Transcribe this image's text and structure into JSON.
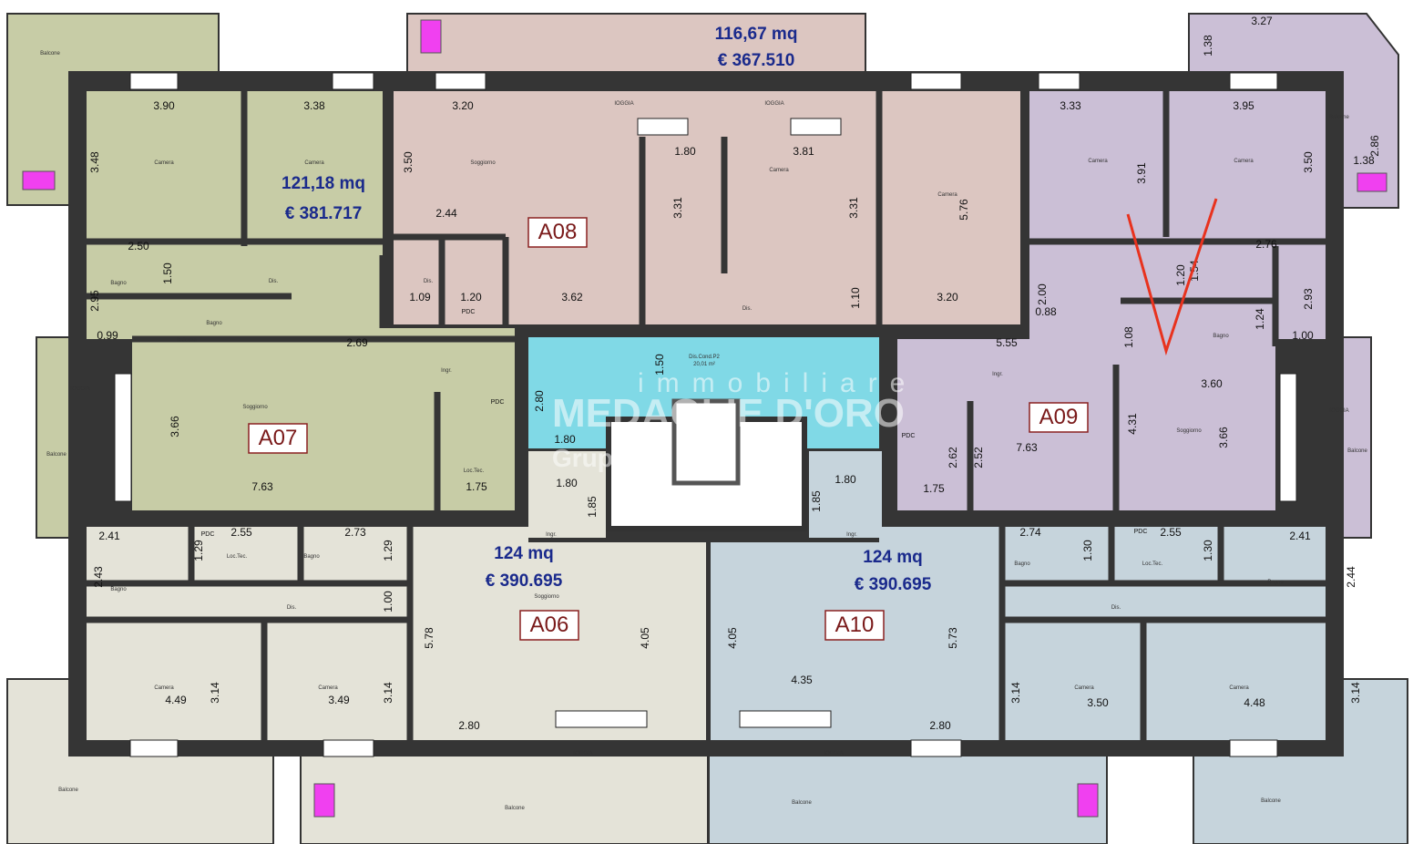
{
  "units": [
    {
      "id": "A07",
      "area": "121,18 mq",
      "price": "€ 381.717",
      "color": "#c7cca6"
    },
    {
      "id": "A08",
      "area": "116,67 mq",
      "price": "€ 367.510",
      "color": "#dcc6c1"
    },
    {
      "id": "A09",
      "area": "",
      "price": "",
      "color": "#cbbfd6"
    },
    {
      "id": "A06",
      "area": "124 mq",
      "price": "€ 390.695",
      "color": "#e4e3d8"
    },
    {
      "id": "A10",
      "area": "124 mq",
      "price": "€ 390.695",
      "color": "#c6d4dc"
    }
  ],
  "colors": {
    "wall": "#353535",
    "stair": "#80d9e6",
    "annotation": "#e8321e",
    "tag_border": "#8a2020"
  },
  "stair": {
    "label": "Dis.Cond.P2",
    "area": "20,01 m²"
  },
  "watermark": {
    "line1": "immobiliare",
    "line2": "MEDAGLIE D'ORO",
    "line3": "Gruppo ... ORE"
  },
  "rooms": [
    "Balcone",
    "IOGGIA",
    "IOGGIA",
    "Camera",
    "Camera",
    "Soggiorno",
    "Camera",
    "Camera",
    "Camera",
    "Camera",
    "Bagno",
    "Bagno",
    "Dis.",
    "Dis.",
    "Dis.",
    "Ingr.",
    "Soggiorno",
    "Loc.Tec.",
    "IOGGIA",
    "Balcone",
    "Ingr.",
    "Soggiorno",
    "IOGGIA",
    "Balcone",
    "Bagno",
    "Bagno",
    "Loc.Tec.",
    "Dis.",
    "Camera",
    "Camera",
    "Soggiorno",
    "Bagno",
    "Bagno",
    "Loc.Tec.",
    "Dis.",
    "Camera",
    "Camera",
    "IOGGIA",
    "IOGGIA",
    "Balcone",
    "Balcone",
    "Balcone",
    "Balcone",
    "Ingr.",
    "Ingr.",
    "Bagno",
    "Balcone",
    "Balcone"
  ],
  "dims": [
    "3.90",
    "3.38",
    "3.48",
    "2.50",
    "1.50",
    "2.95",
    "0.99",
    "2.69",
    "3.66",
    "7.63",
    "1.75",
    "3.20",
    "3.50",
    "2.44",
    "1.09",
    "1.20",
    "3.62",
    "1.80",
    "3.31",
    "3.81",
    "3.31",
    "5.76",
    "1.10",
    "3.20",
    "3.33",
    "3.95",
    "3.91",
    "3.50",
    "3.27",
    "1.38",
    "2.86",
    "1.38",
    "2.76",
    "1.54",
    "2.93",
    "1.20",
    "2.00",
    "0.88",
    "1.08",
    "1.24",
    "1.00",
    "5.55",
    "3.60",
    "4.31",
    "3.66",
    "7.63",
    "2.62",
    "2.52",
    "1.75",
    "2.80",
    "1.50",
    "1.80",
    "1.80",
    "1.85",
    "1.80",
    "1.85",
    "2.41",
    "2.55",
    "2.73",
    "1.29",
    "1.29",
    "2.43",
    "1.00",
    "5.78",
    "3.14",
    "3.14",
    "4.49",
    "3.49",
    "2.80",
    "4.05",
    "4.05",
    "5.73",
    "4.35",
    "2.80",
    "3.50",
    "4.48",
    "3.14",
    "3.14",
    "2.74",
    "2.55",
    "2.41",
    "2.44",
    "1.30",
    "1.30",
    "PDC",
    "PDC",
    "PDC",
    "PDC",
    "PDC"
  ]
}
